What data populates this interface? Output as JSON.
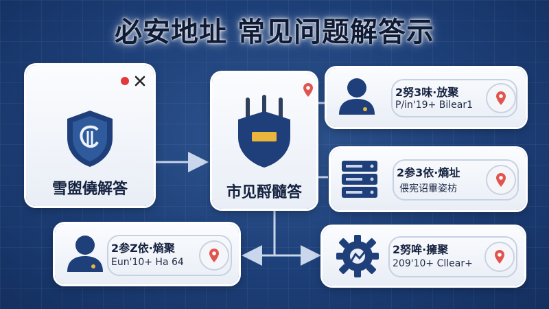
{
  "title": "必安地址 常见问题解答示",
  "cards": {
    "shield_card": {
      "label": "雪盥僥解答"
    },
    "center_card": {
      "label": "市见酹髓答"
    },
    "user_top": {
      "title": "2努3味·放聚",
      "sub": "P/in'19+ Bilear1"
    },
    "server": {
      "title": "2参3依·熵址",
      "sub": "偎宪诏畢姿枋"
    },
    "user_bottom": {
      "title": "2参Z依·熵聚",
      "sub": "Eun'10+ Ha 64"
    },
    "gear": {
      "title": "2努哞·擁聚",
      "sub": "209'10+ Cllear+"
    }
  },
  "colors": {
    "navy": "#1f3f7a",
    "gold": "#e9b53a",
    "pin_red": "#e2554f",
    "close_red": "#e23a3a"
  },
  "icons": {
    "close": "close-icon",
    "pin": "location-pin-icon",
    "shield": "shield-icon",
    "user": "user-icon",
    "server": "server-icon",
    "gear": "gear-icon"
  }
}
